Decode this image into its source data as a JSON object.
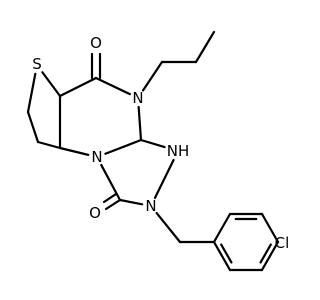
{
  "molecule": {
    "atoms": [
      {
        "id": "s1",
        "symbol": "S",
        "color": "#000000"
      },
      {
        "id": "o1",
        "symbol": "O",
        "color": "#000000"
      },
      {
        "id": "n4",
        "symbol": "N",
        "color": "#000000"
      },
      {
        "id": "n1",
        "symbol": "N",
        "color": "#000000"
      },
      {
        "id": "nh",
        "symbol": "NH",
        "color": "#000000"
      },
      {
        "id": "n2",
        "symbol": "N",
        "color": "#000000"
      },
      {
        "id": "o2",
        "symbol": "O",
        "color": "#000000"
      },
      {
        "id": "cl",
        "symbol": "Cl",
        "color": "#000000"
      }
    ]
  }
}
